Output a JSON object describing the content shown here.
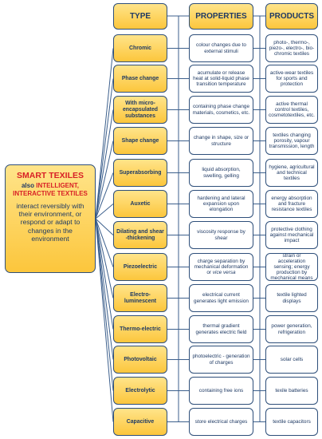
{
  "headers": {
    "type": "TYPE",
    "properties": "PROPERTIES",
    "products": "PRODUCTS"
  },
  "main": {
    "title": "SMART TEXILES",
    "also_prefix": "also",
    "also_rest": "INTELLIGENT,",
    "line2": "INTERACTIVE TEXTILES",
    "description": "interact reversibly with their environment, or respond or adapt to changes in the environment"
  },
  "rows": [
    {
      "type": "Chromic",
      "property": "colour changes due to external stimuli",
      "product": "photo-, thermo-, piezo-, electro-, bio-chromic textiles"
    },
    {
      "type": "Phase change",
      "property": "acumulate or release heat at solid-liquid phase transition temperature",
      "product": "active-wear textiles for sports and protection"
    },
    {
      "type": "With micro-encapsulated substances",
      "property": "containing phase change materials, cosmetics, etc.",
      "product": "active thermal control textiles, cosmetotextiles, etc."
    },
    {
      "type": "Shape change",
      "property": "change in shape, size or structure",
      "product": "textiles changing porosity, vapour transmission, length"
    },
    {
      "type": "Superabsorbing",
      "property": "liquid absorption, swelling, gelling",
      "product": "hygiene, agricultural and technical textiles"
    },
    {
      "type": "Auxetic",
      "property": "hardening and lateral expansion upon elongation",
      "product": "energy absorption and fracture resistance textiles"
    },
    {
      "type": "Dilating and shear -thickening",
      "property": "viscosity response by shear",
      "product": "protective clothing against mechanical impact"
    },
    {
      "type": "Piezoelectric",
      "property": "charge separation by mechanical deformation or",
      "property_italic": "vice versa",
      "product": "strain or acceleration sensing; energy production by mechanical means"
    },
    {
      "type": "Electro-luminescent",
      "property": "electrical current generates light emission",
      "product": "textile lighted displays"
    },
    {
      "type": "Thermo-electric",
      "property": "thermal gradient generates electric field",
      "product": "power generation, refrigeration"
    },
    {
      "type": "Photovoltaic",
      "property": "photoelectric - generation of charges",
      "product": "solar cells"
    },
    {
      "type": "Electrolytic",
      "property": "containing free ions",
      "product": "texile batteries"
    },
    {
      "type": "Capacitive",
      "property": "store electrical charges",
      "product": "textile capacitors"
    }
  ],
  "colors": {
    "box_fill_top": "#ffe48a",
    "box_fill_bottom": "#fcc63c",
    "border": "#2e4f7a",
    "text": "#1f3a64",
    "title_red": "#d81f26",
    "connector": "#3c5f8c"
  }
}
